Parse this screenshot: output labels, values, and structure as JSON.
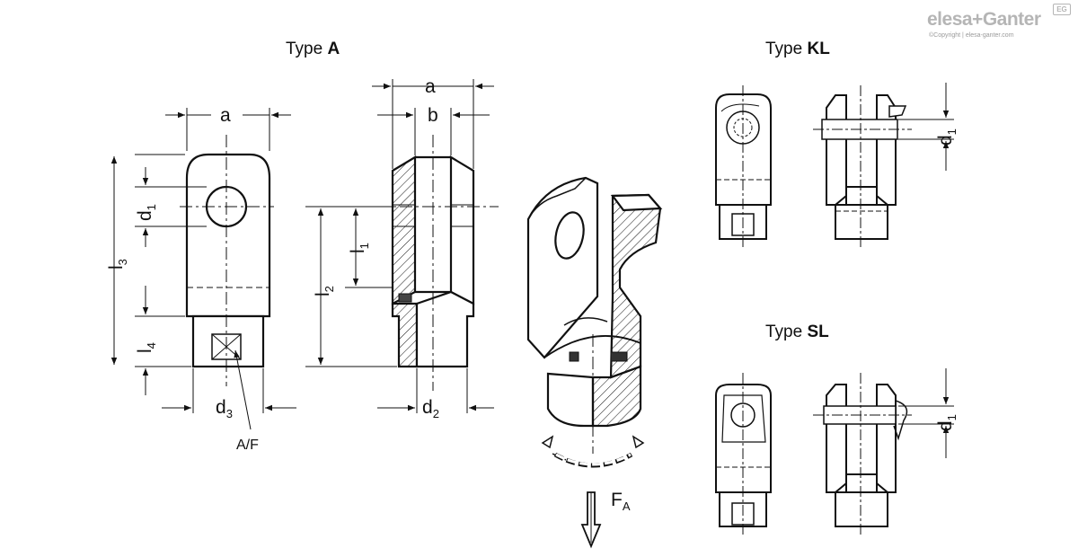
{
  "logo": {
    "brand": "elesa+Ganter",
    "copyright": "©Copyright | elesa-ganter.com",
    "badge": "EG"
  },
  "sections": {
    "type_a": {
      "prefix": "Type ",
      "letter": "A"
    },
    "type_kl": {
      "prefix": "Type ",
      "letter": "KL"
    },
    "type_sl": {
      "prefix": "Type ",
      "letter": "SL"
    }
  },
  "dims": {
    "a": "a",
    "b": "b",
    "d_base": "d",
    "d1_sub": "1",
    "d2_sub": "2",
    "d3_sub": "3",
    "l_base": "l",
    "l1_sub": "1",
    "l2_sub": "2",
    "l3_sub": "3",
    "l4_sub": "4",
    "af": "A/F",
    "f_base": "F",
    "f_sub": "A"
  }
}
